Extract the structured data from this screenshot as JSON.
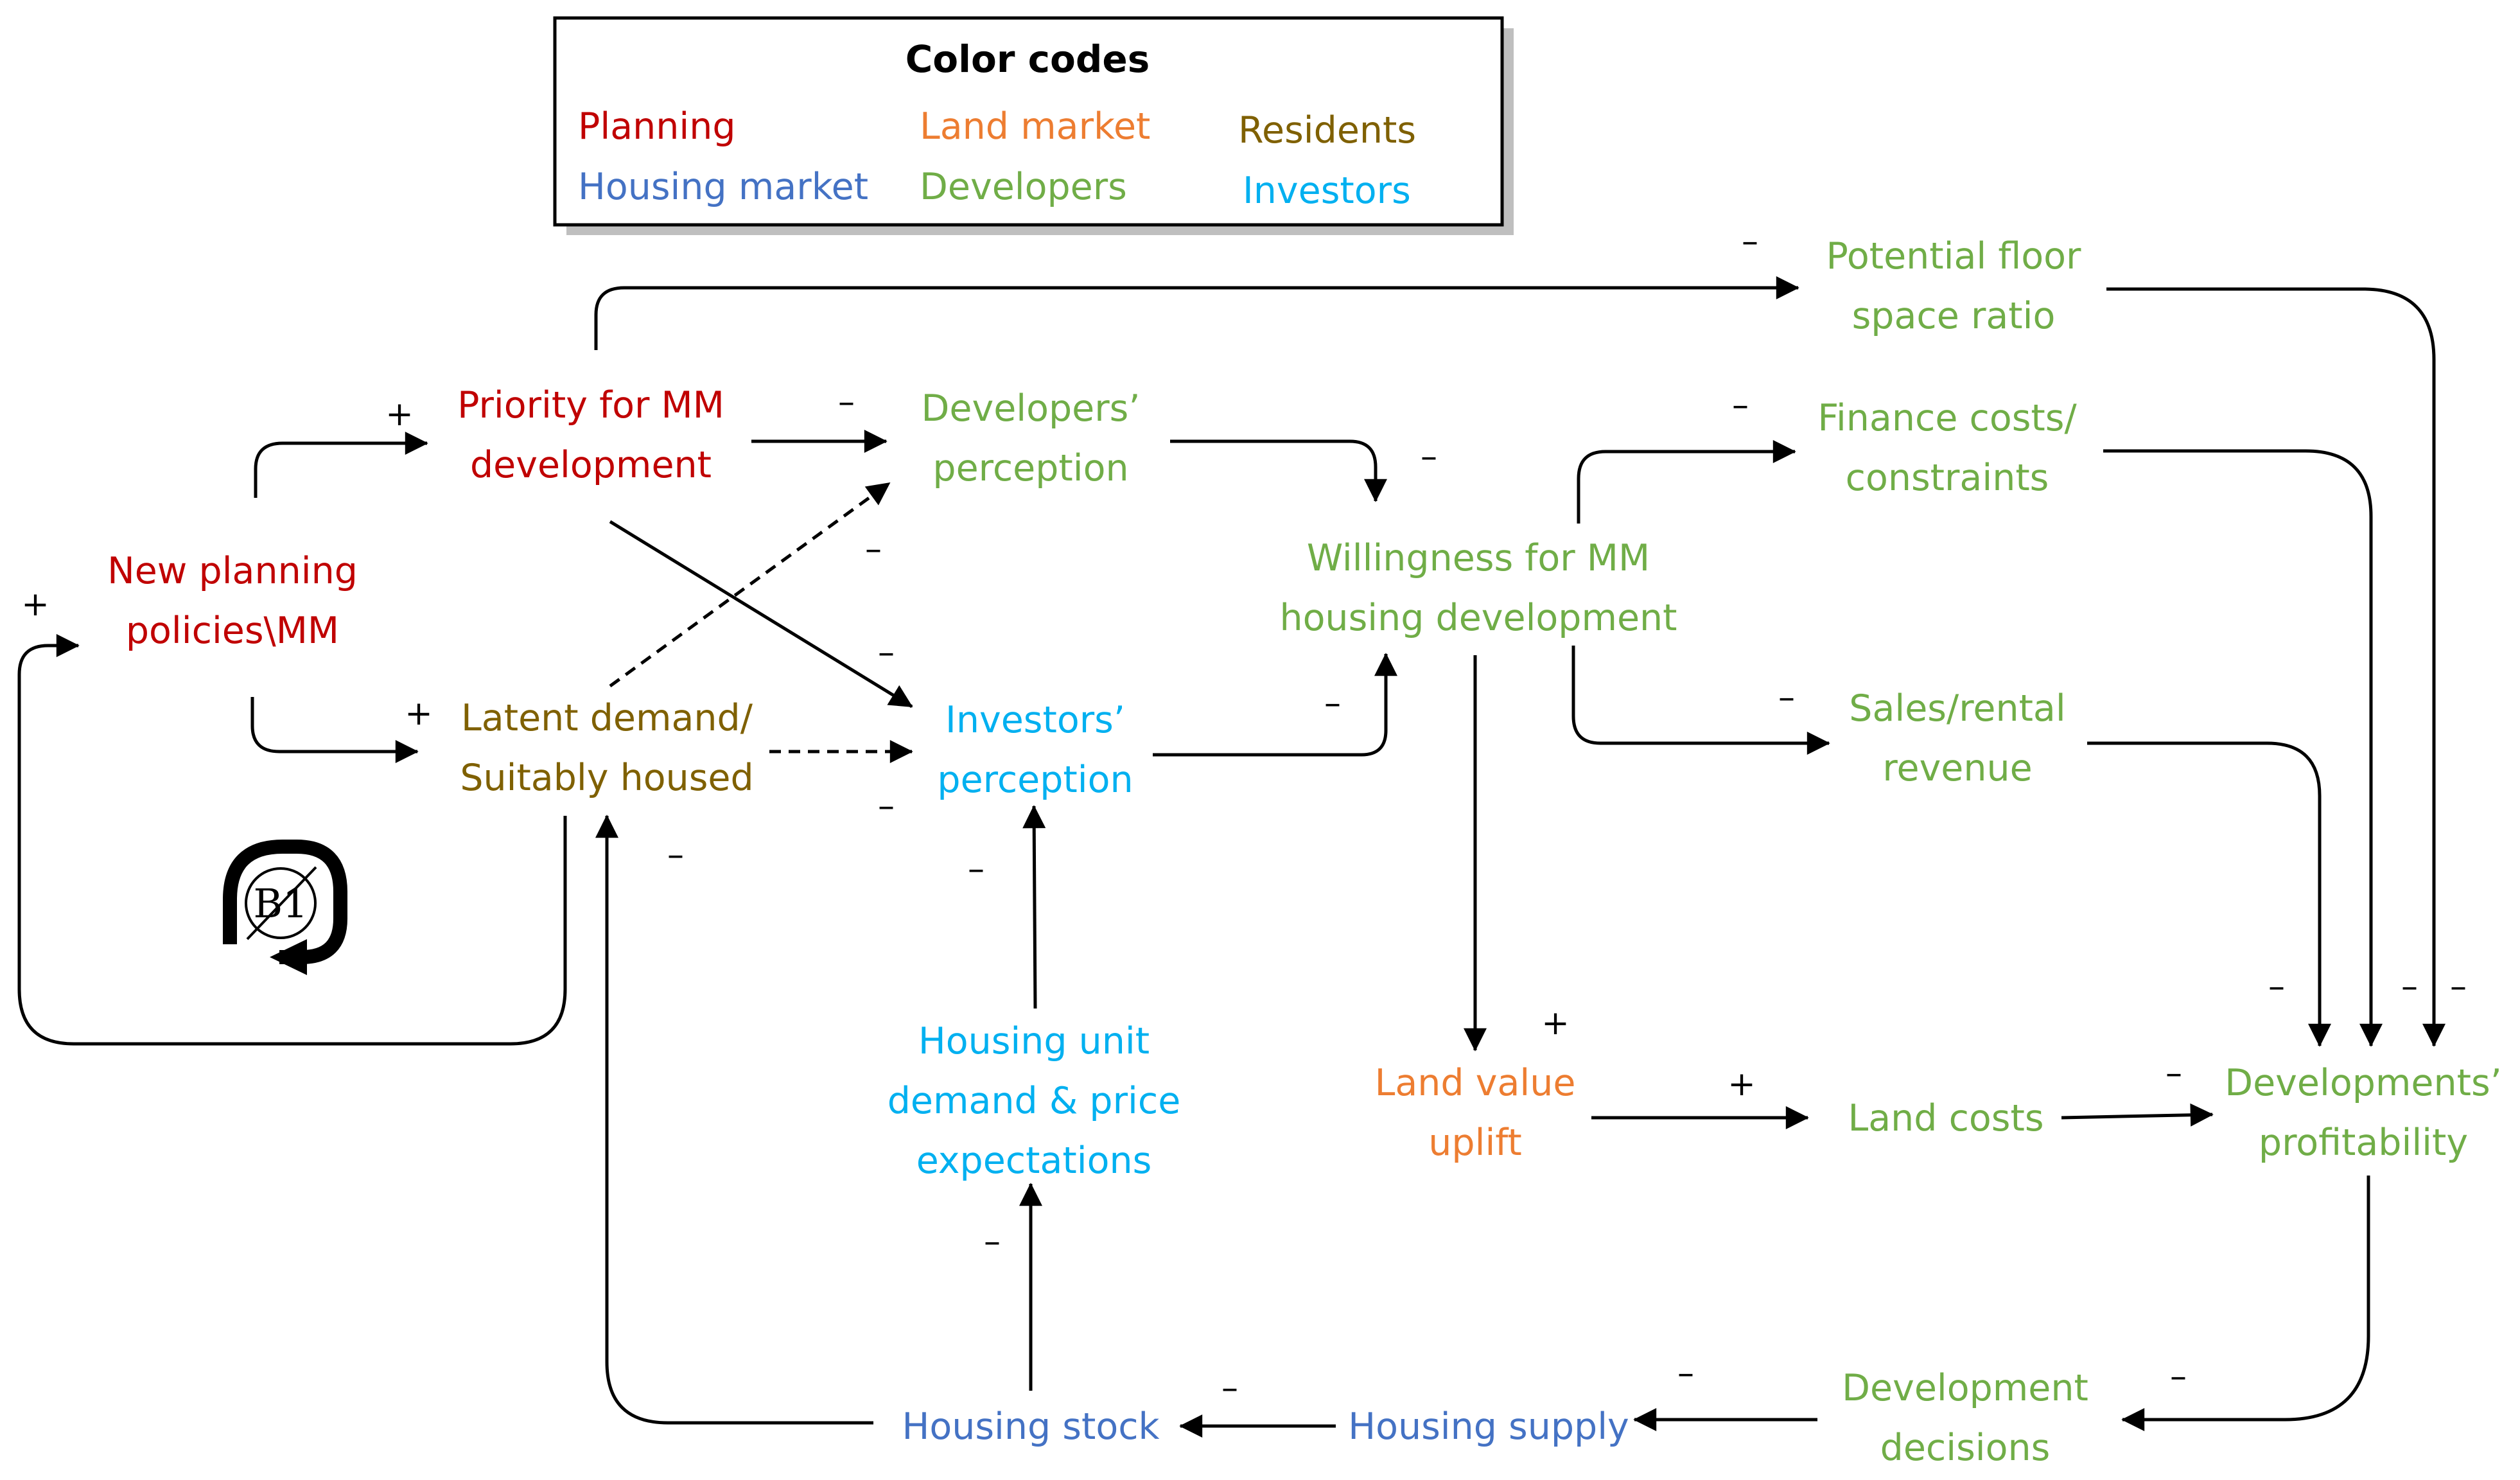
{
  "colors": {
    "planning": "#C00000",
    "land_market": "#ED7D31",
    "residents": "#7F6000",
    "housing_market": "#4472C4",
    "developers": "#70AD47",
    "investors": "#00B0F0",
    "arrow": "#000000"
  },
  "legend": {
    "title": "Color codes",
    "items": {
      "planning": "Planning",
      "land_market": "Land market",
      "residents": "Residents",
      "housing_market": "Housing market",
      "developers": "Developers",
      "investors": "Investors"
    }
  },
  "nodes": {
    "new_planning": [
      "New planning",
      "policies\\MM"
    ],
    "priority": [
      "Priority for MM",
      "development"
    ],
    "latent_demand": [
      "Latent demand/",
      "Suitably housed"
    ],
    "dev_perception": [
      "Developers’",
      "perception"
    ],
    "inv_perception": [
      "Investors’",
      "perception"
    ],
    "willingness": [
      "Willingness for MM",
      "housing development"
    ],
    "potential_fsr": [
      "Potential floor",
      "space ratio"
    ],
    "finance_costs": [
      "Finance costs/",
      "constraints"
    ],
    "sales_revenue": [
      "Sales/rental",
      "revenue"
    ],
    "land_value": [
      "Land value",
      "uplift"
    ],
    "land_costs": [
      "Land costs"
    ],
    "profitability": [
      "Developments’",
      "profitability"
    ],
    "unit_demand": [
      "Housing unit",
      "demand & price",
      "expectations"
    ],
    "dev_decisions": [
      "Development",
      "decisions"
    ],
    "housing_supply": [
      "Housing supply"
    ],
    "housing_stock": [
      "Housing stock"
    ]
  },
  "loop": {
    "label": "B1"
  },
  "signs": {
    "plus": "+",
    "minus": "–"
  }
}
